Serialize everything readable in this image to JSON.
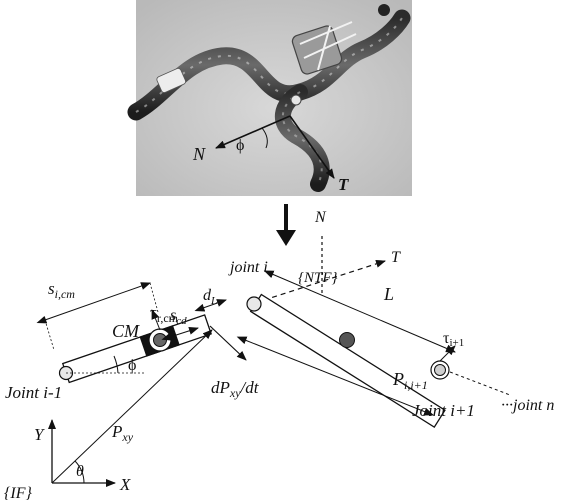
{
  "photo": {
    "label_N": "N",
    "label_phi": "ϕ",
    "label_T": "T"
  },
  "diagram": {
    "label_N": "N",
    "label_T": "T",
    "label_NTF": "{NTF}",
    "label_joint_i": "joint i",
    "label_s_icm": "s",
    "label_s_icm_sub": "i,cm",
    "label_tau_rcm": "τ",
    "label_tau_rcm_sub": "r,cm",
    "label_dL": "d",
    "label_dL_sub": "L",
    "label_CM": "CM",
    "label_scd": "s",
    "label_scd_sub": "cd",
    "label_L": "L",
    "label_tau_i1": "τ",
    "label_tau_i1_sub": "i+1",
    "label_phi": "ϕ",
    "label_joint_im1": "Joint i-1",
    "label_P_ii1": "P",
    "label_P_ii1_sub": "i,i+1",
    "label_joint_ip1": "Joint i+1",
    "label_joint_n": "···joint n",
    "label_dPxy": "dP",
    "label_dPxy_sub": "xy",
    "label_dPxy_tail": "/dt",
    "label_Pxy": "P",
    "label_Pxy_sub": "xy",
    "label_Y": "Y",
    "label_X": "X",
    "label_theta": "θ",
    "label_IF": "{IF}"
  }
}
